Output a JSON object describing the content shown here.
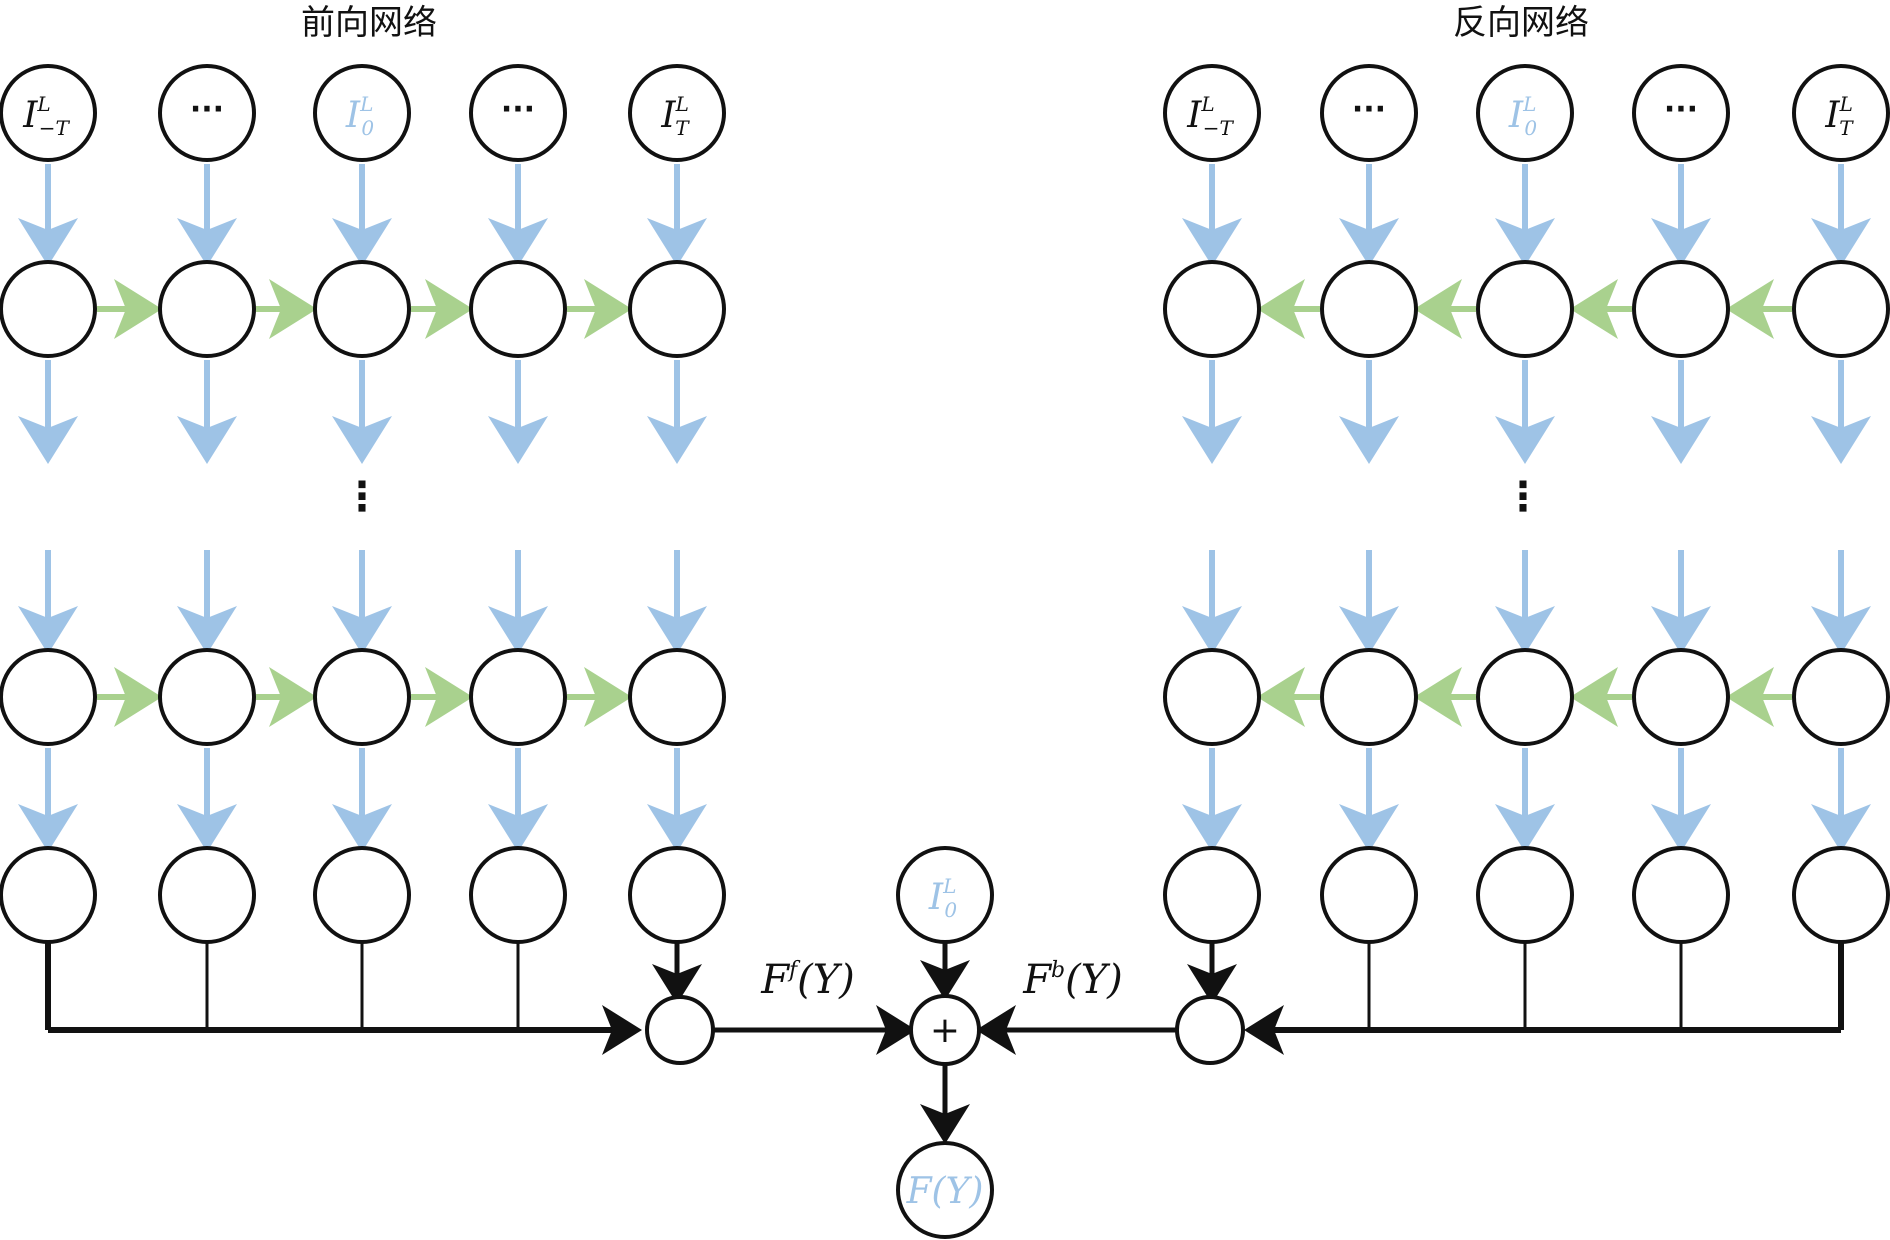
{
  "titles": {
    "forward": "前向网络",
    "backward": "反向网络"
  },
  "input_labels": [
    {
      "base": "I",
      "sup": "L",
      "sub": "−T",
      "highlight": false
    },
    {
      "dots": "···"
    },
    {
      "base": "I",
      "sup": "L",
      "sub": "0",
      "highlight": true
    },
    {
      "dots": "···"
    },
    {
      "base": "I",
      "sup": "L",
      "sub": "T",
      "highlight": false
    }
  ],
  "vertical_ellipsis": "⋮",
  "plus_symbol": "+",
  "center_input": {
    "base": "I",
    "sup": "L",
    "sub": "0"
  },
  "forward_output": {
    "base": "F",
    "sup": "f",
    "arg": "(Y)"
  },
  "backward_output": {
    "base": "F",
    "sup": "b",
    "arg": "(Y)"
  },
  "final_output": "F(Y)",
  "colors": {
    "input_arrow": "#9ec3e6",
    "recurrent_arrow": "#a9d18e",
    "highlight_text": "#9ec3e6",
    "stroke": "#111111"
  }
}
